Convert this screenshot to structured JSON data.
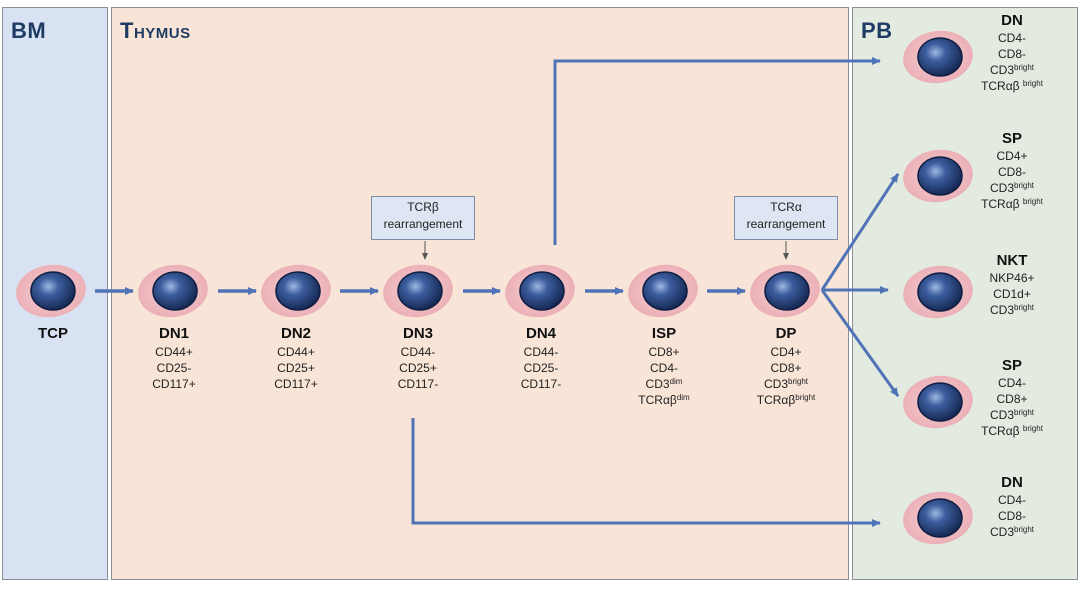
{
  "regions": {
    "bm": "BM",
    "thymus": "Thymus",
    "pb": "PB"
  },
  "callouts": {
    "tcrb": [
      "TCRβ",
      "rearrangement"
    ],
    "tcra": [
      "TCRα",
      "rearrangement"
    ]
  },
  "cells": {
    "tcp": {
      "name": "TCP",
      "markers": []
    },
    "dn1": {
      "name": "DN1",
      "markers": [
        "CD44+",
        "CD25-",
        "CD117+"
      ]
    },
    "dn2": {
      "name": "DN2",
      "markers": [
        "CD44+",
        "CD25+",
        "CD117+"
      ]
    },
    "dn3": {
      "name": "DN3",
      "markers": [
        "CD44-",
        "CD25+",
        "CD117-"
      ]
    },
    "dn4": {
      "name": "DN4",
      "markers": [
        "CD44-",
        "CD25-",
        "CD117-"
      ]
    },
    "isp": {
      "name": "ISP",
      "markers": [
        "CD8+",
        "CD4-"
      ],
      "m3_base": "CD3",
      "m3_sup": "dim",
      "m4_base": "TCRαβ",
      "m4_sup": "dim"
    },
    "dp": {
      "name": "DP",
      "markers": [
        "CD4+",
        "CD8+"
      ],
      "m3_base": "CD3",
      "m3_sup": "bright",
      "m4_base": "TCRαβ",
      "m4_sup": "bright"
    }
  },
  "pb_cells": {
    "dn_top": {
      "name": "DN",
      "markers": [
        "CD4-",
        "CD8-"
      ],
      "m3_base": "CD3",
      "m3_sup": "bright",
      "m4_base": "TCRαβ ",
      "m4_sup": "bright"
    },
    "sp_cd4": {
      "name": "SP",
      "markers": [
        "CD4+",
        "CD8-"
      ],
      "m3_base": "CD3",
      "m3_sup": "bright",
      "m4_base": "TCRαβ ",
      "m4_sup": "bright"
    },
    "nkt": {
      "name": "NKT",
      "markers": [
        "NKP46+",
        "CD1d+"
      ],
      "m3_base": "CD3",
      "m3_sup": "bright"
    },
    "sp_cd8": {
      "name": "SP",
      "markers": [
        "CD4-",
        "CD8+"
      ],
      "m3_base": "CD3",
      "m3_sup": "bright",
      "m4_base": "TCRαβ ",
      "m4_sup": "bright"
    },
    "dn_bottom": {
      "name": "DN",
      "markers": [
        "CD4-",
        "CD8-"
      ],
      "m3_base": "CD3",
      "m3_sup": "bright"
    }
  },
  "colors": {
    "arrow": "#4f73b6",
    "cell_outer": "#f2c2c6",
    "cell_nucleus": "#23407a"
  }
}
